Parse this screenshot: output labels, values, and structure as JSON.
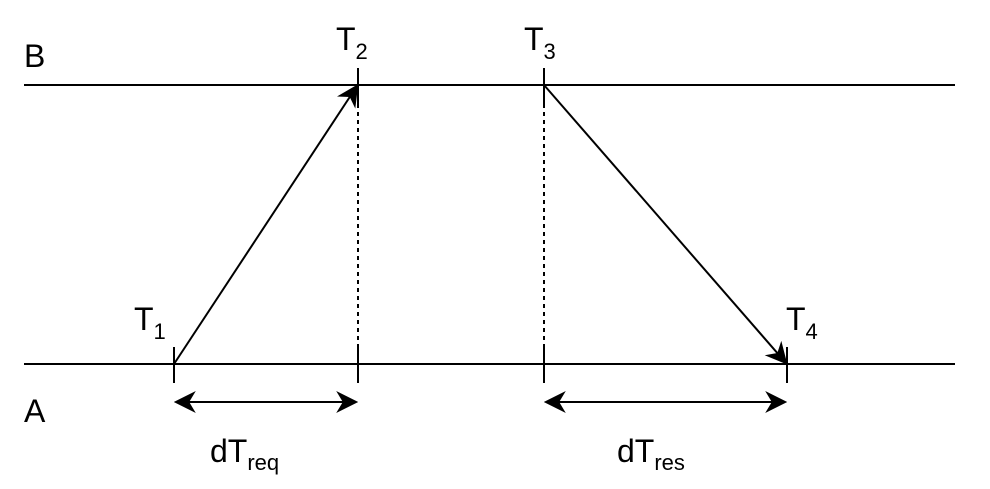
{
  "timelines": {
    "top_label": "B",
    "bottom_label": "A"
  },
  "timestamps": {
    "t1": {
      "base": "T",
      "sub": "1"
    },
    "t2": {
      "base": "T",
      "sub": "2"
    },
    "t3": {
      "base": "T",
      "sub": "3"
    },
    "t4": {
      "base": "T",
      "sub": "4"
    }
  },
  "intervals": {
    "request": {
      "base": "dT",
      "sub": "req"
    },
    "response": {
      "base": "dT",
      "sub": "res"
    }
  },
  "colors": {
    "stroke": "#000000",
    "background": "#ffffff"
  }
}
